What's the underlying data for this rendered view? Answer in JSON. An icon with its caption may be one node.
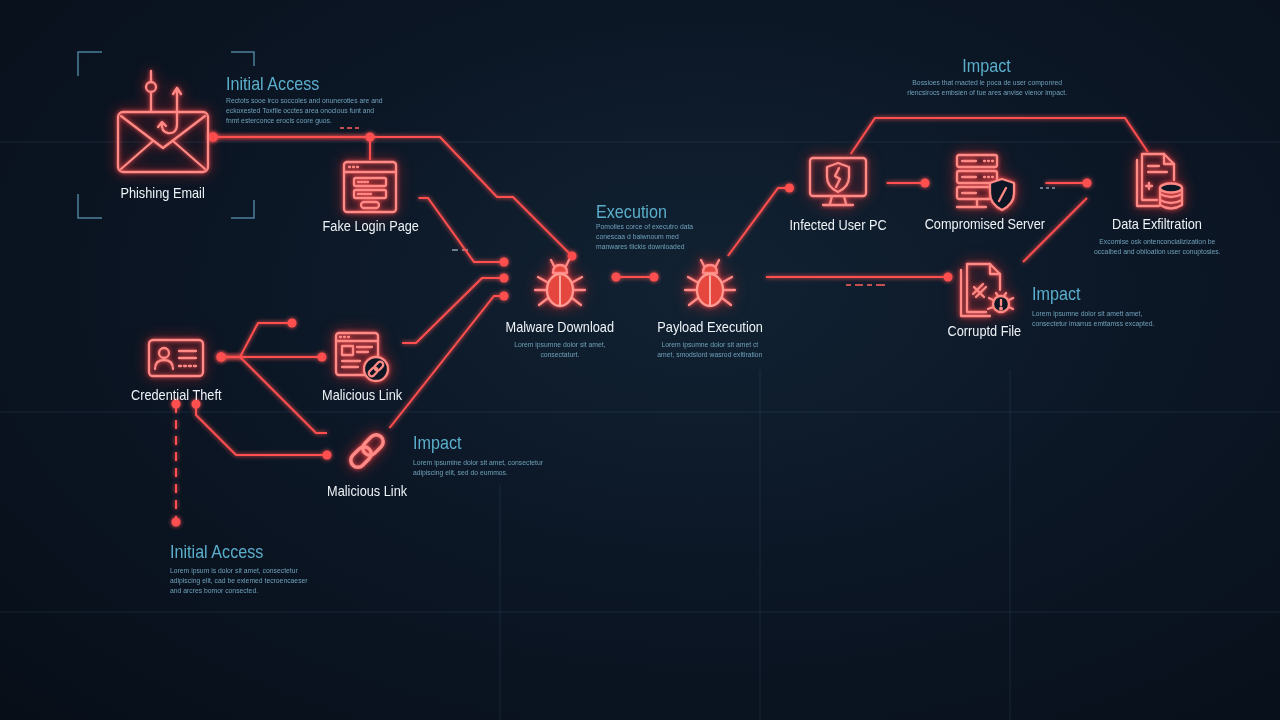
{
  "diagram": {
    "nodes": [
      {
        "text": [
          "Phishing Email"
        ]
      },
      {
        "text": [
          "Fake Login Page"
        ]
      },
      {
        "text": [
          "Credential Theft"
        ]
      },
      {
        "text": [
          "Malicious Link"
        ]
      },
      {
        "text": [
          "Malicious Link"
        ],
        "beside": [
          "Impact",
          "Lorem ipsumine dolor sit amet, consectetur adipiscing elit, sed do eummos."
        ]
      },
      {
        "text": [
          "Malware Download"
        ],
        "beside": [
          "Lorem ipsumne dolor sit amet, consectaturt."
        ]
      },
      {
        "text": [
          "Payload Execution"
        ],
        "beside": [
          "Lorem ipsumne dolor sit amet ct amet, smodslord wasrod exltiration"
        ]
      },
      {
        "text": [
          "Infected User PC"
        ]
      },
      {
        "text": [
          "Compromised Server"
        ]
      },
      {
        "text": [
          "Data Exfiltration"
        ],
        "beside": [
          "Excomise osk ontenconcializization be occalbed and obiloation user conuptosies."
        ]
      },
      {
        "text": [
          "Corruptd File"
        ],
        "beside": [
          "Impact",
          "Lorem ipsumne dolor sit amett amet, consectetur imarrus emttamss excapted."
        ]
      },
      {
        "text": [
          "Initial Access",
          "Lorem ipsum is dolor sit amet, consectetur adipiscing elit, cad be exiemed tecroencaeser and arcres bomor consected."
        ]
      }
    ],
    "edges": [
      {
        "from": 0,
        "to": 5,
        "arrow": "other"
      },
      {
        "from": 0,
        "to": 1,
        "arrow": "other"
      },
      {
        "from": 1,
        "to": 5,
        "arrow": "other"
      },
      {
        "from": 2,
        "to": null,
        "arrow": "other"
      },
      {
        "from": 2,
        "to": 3,
        "arrow": "other"
      },
      {
        "from": 2,
        "to": 4,
        "arrow": "none"
      },
      {
        "from": 2,
        "to": 4,
        "arrow": "other"
      },
      {
        "from": 2,
        "to": 11,
        "arrow": "other",
        "style": "dashed"
      },
      {
        "from": 3,
        "to": 5,
        "arrow": "other"
      },
      {
        "from": 4,
        "to": 5,
        "arrow": "other"
      },
      {
        "from": 5,
        "to": 6,
        "arrow": "other"
      },
      {
        "from": 6,
        "to": 7,
        "arrow": "other"
      },
      {
        "from": 6,
        "to": 10,
        "arrow": "other"
      },
      {
        "from": 7,
        "to": 8,
        "arrow": "other"
      },
      {
        "from": 8,
        "to": 9,
        "arrow": "other"
      },
      {
        "from": 7,
        "to": 9,
        "arrow": "none"
      },
      {
        "from": 10,
        "to": 9,
        "arrow": "none"
      }
    ],
    "labels": [
      "Initial Access",
      "Rectots sooe irco soccoles and onuneroties are and eckoxested Toxfile occtes area onoclous funt and fnmt esterconce erocis coore guos.",
      "Impact",
      "Bossioes that rnacted le poca de user componred rlencsirocs embsien of tue ares anvise vienor impact.",
      "Execution",
      "Pomoiles corce of executro data conescaa d baiwnoum med manwares tlickis downloaded"
    ]
  }
}
